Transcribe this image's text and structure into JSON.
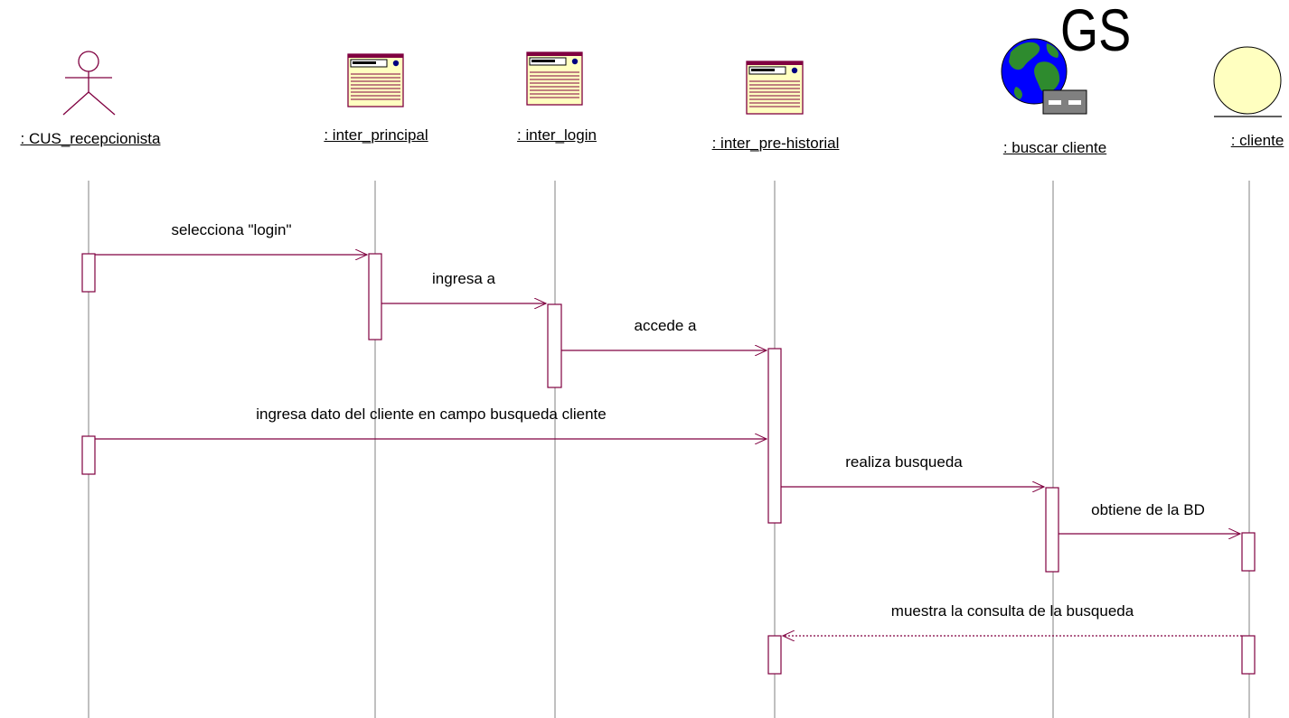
{
  "participants": [
    {
      "key": "recep",
      "name": ": CUS_recepcionista",
      "kind": "actor"
    },
    {
      "key": "principal",
      "name": ": inter_principal",
      "kind": "boundary"
    },
    {
      "key": "login",
      "name": ": inter_login",
      "kind": "boundary"
    },
    {
      "key": "prehist",
      "name": ": inter_pre-historial",
      "kind": "boundary"
    },
    {
      "key": "buscar",
      "name": ": buscar cliente",
      "kind": "control"
    },
    {
      "key": "cliente",
      "name": ": cliente",
      "kind": "entity"
    }
  ],
  "controller_badge": "GS",
  "messages": [
    {
      "text": "selecciona \"login\"",
      "from": "recep",
      "to": "principal",
      "style": "solid"
    },
    {
      "text": "ingresa a",
      "from": "principal",
      "to": "login",
      "style": "solid"
    },
    {
      "text": "accede a",
      "from": "login",
      "to": "prehist",
      "style": "solid"
    },
    {
      "text": "ingresa dato del cliente en campo busqueda cliente",
      "from": "recep",
      "to": "prehist",
      "style": "solid"
    },
    {
      "text": "realiza busqueda",
      "from": "prehist",
      "to": "buscar",
      "style": "solid"
    },
    {
      "text": "obtiene de la BD",
      "from": "buscar",
      "to": "cliente",
      "style": "solid"
    },
    {
      "text": "muestra la consulta de la busqueda",
      "from": "cliente",
      "to": "prehist",
      "style": "dashed"
    }
  ],
  "colors": {
    "line": "#800040",
    "lifeline": "#808080",
    "globe_ocean": "#0000ff",
    "globe_land": "#2e8b2e",
    "entity_fill": "#ffffc0"
  }
}
